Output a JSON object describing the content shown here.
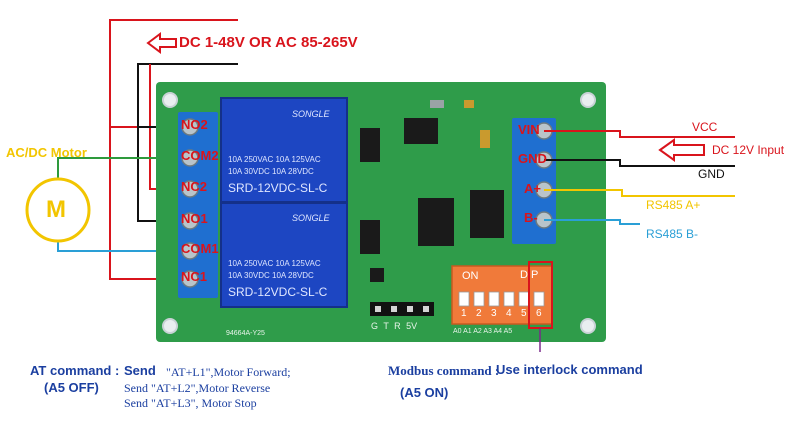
{
  "power_label": "DC 1-48V OR AC 85-265V",
  "motor": {
    "label": "AC/DC Motor",
    "symbol": "M"
  },
  "left_terminals": [
    "NO2",
    "COM2",
    "NC2",
    "NO1",
    "COM1",
    "NC1"
  ],
  "right_terminals": [
    "VIN",
    "GND",
    "A+",
    "B-"
  ],
  "right_labels": {
    "vcc": "VCC",
    "dc_input": "DC 12V Input",
    "gnd": "GND",
    "rs485_a": "RS485 A+",
    "rs485_b": "RS485 B-"
  },
  "relay": {
    "brand": "SONGLE",
    "line1": "10A 250VAC  10A 125VAC",
    "line2": "10A  30VDC  10A  28VDC",
    "model": "SRD-12VDC-SL-C"
  },
  "pcb": {
    "board_id": "94664A-Y25",
    "header_pins": "G T R 5V",
    "dip_on": "ON",
    "dip_p": "D P",
    "dip_numbers": [
      "1",
      "2",
      "3",
      "4",
      "5",
      "6"
    ],
    "dip_addr": "A0 A1 A2 A3 A4 A5"
  },
  "at_command": {
    "title": "AT command :",
    "send": "Send",
    "line1": "\"AT+L1\",Motor Forward;",
    "line2": "Send \"AT+L2\",Motor Reverse",
    "line3": "Send \"AT+L3\", Motor Stop",
    "note": "(A5 OFF)"
  },
  "modbus_command": {
    "title": "Modbus command :",
    "text": "Use interlock command",
    "note": "(A5 ON)"
  },
  "colors": {
    "red": "#d9141c",
    "green": "#2e9a3c",
    "yellow": "#f2c500",
    "blue": "#2a9fd6",
    "navy": "#1b3fa0",
    "pcb": "#2f9c4a"
  }
}
